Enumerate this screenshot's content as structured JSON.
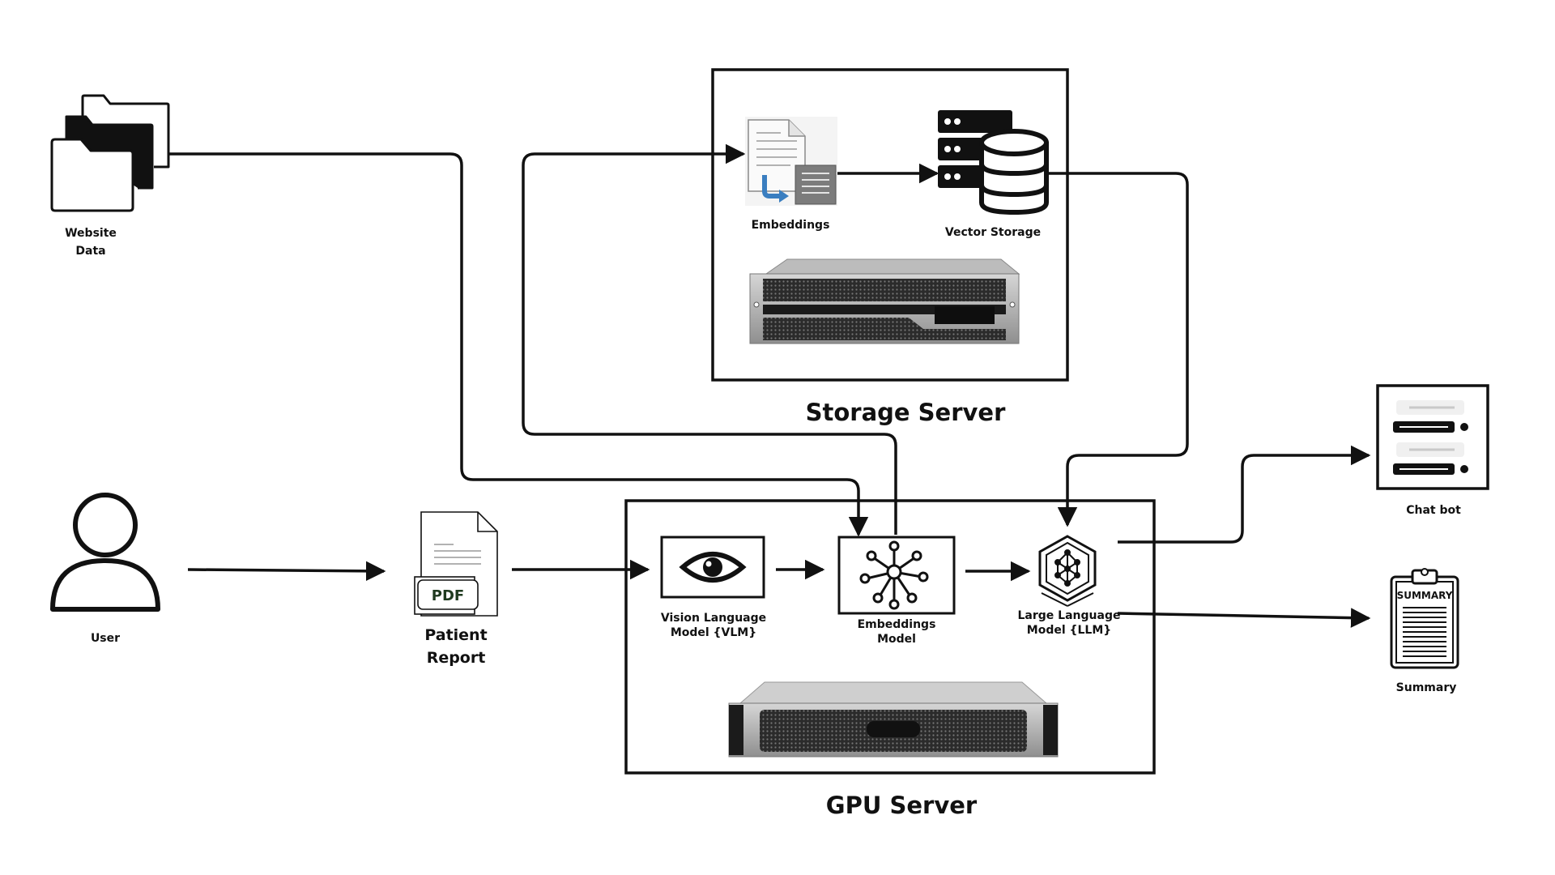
{
  "nodes": {
    "website_data": {
      "line1": "Website",
      "line2": "Data"
    },
    "user": {
      "label": "User"
    },
    "patient_report": {
      "line1": "Patient",
      "line2": "Report",
      "file_tag": "PDF"
    },
    "embeddings_store": {
      "label": "Embeddings"
    },
    "vector_storage": {
      "label": "Vector Storage"
    },
    "vlm": {
      "line1": "Vision Language",
      "line2": "Model  {VLM}"
    },
    "embeddings_model": {
      "line1": "Embeddings",
      "line2": "Model"
    },
    "llm": {
      "line1": "Large Language",
      "line2": "Model {LLM}"
    },
    "chat_bot": {
      "label": "Chat bot"
    },
    "summary": {
      "label": "Summary",
      "sheet_title": "SUMMARY"
    }
  },
  "groups": {
    "storage_server": {
      "title": "Storage Server"
    },
    "gpu_server": {
      "title": "GPU Server"
    }
  },
  "icons": [
    "folders-icon",
    "user-icon",
    "pdf-file-icon",
    "document-convert-icon",
    "database-server-icon",
    "rack-server-icon",
    "eye-icon",
    "network-hub-icon",
    "ai-hexagon-icon",
    "chat-window-icon",
    "clipboard-summary-icon"
  ],
  "colors": {
    "stroke": "#111111",
    "accent_blue": "#3a7ec0",
    "server_gray": "#9a9a9a"
  }
}
